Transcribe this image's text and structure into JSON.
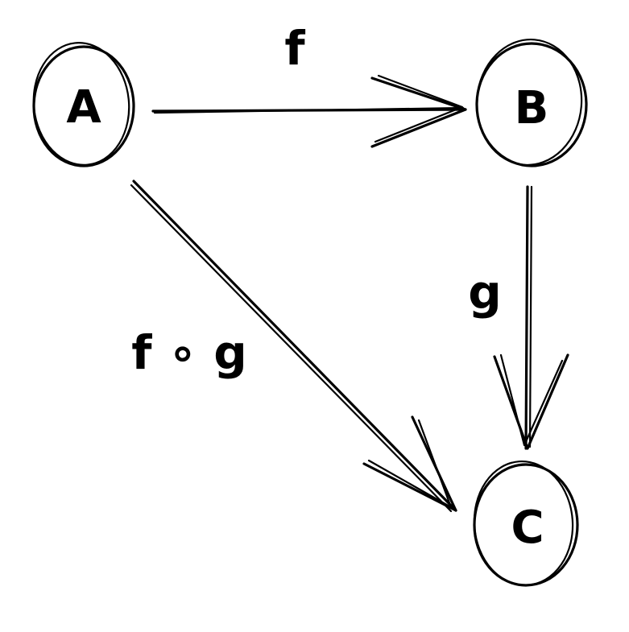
{
  "diagram": {
    "nodes": {
      "a": "A",
      "b": "B",
      "c": "C"
    },
    "edges": {
      "a_to_b": "f",
      "b_to_c": "g",
      "a_to_c": "f ∘ g"
    },
    "stroke_color": "#000000",
    "background_color": "#ffffff"
  }
}
